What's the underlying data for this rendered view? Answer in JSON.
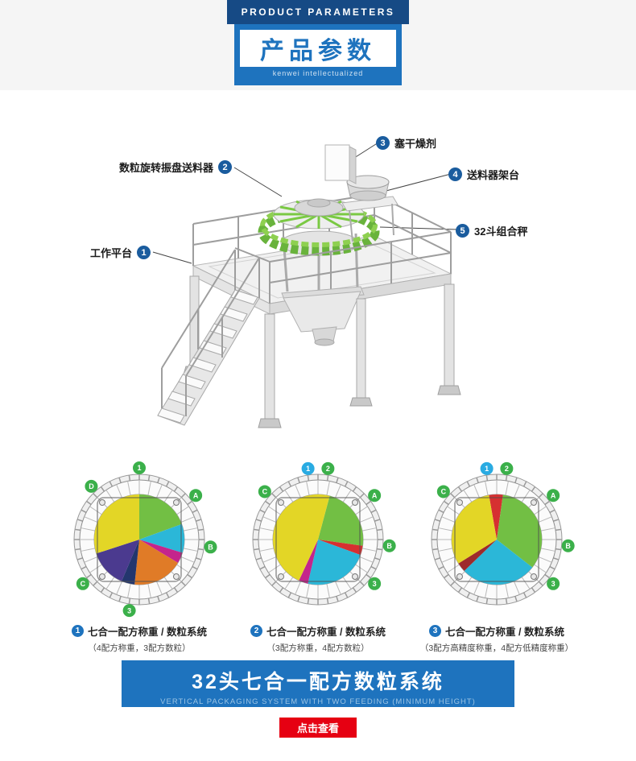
{
  "colors": {
    "blue": "#1e73be",
    "navy": "#164a85",
    "red": "#e60012",
    "green_badge": "#3bb04a"
  },
  "header": {
    "eyebrow": "PRODUCT PARAMETERS",
    "title": "产品参数",
    "tagline": "kenwei intellectualized"
  },
  "machine": {
    "callouts": [
      {
        "num": "1",
        "label": "工作平台"
      },
      {
        "num": "2",
        "label": "数粒旋转振盘送料器"
      },
      {
        "num": "3",
        "label": "塞干燥剂"
      },
      {
        "num": "4",
        "label": "送料器架台"
      },
      {
        "num": "5",
        "label": "32斗组合秤"
      }
    ]
  },
  "wheels": [
    {
      "caption_num": "1",
      "caption": "七合一配方称重 / 数粒系统",
      "subcaption": "（4配方称重，3配方数粒）",
      "sectors": [
        {
          "from": 0,
          "to": 70,
          "color": "#72bf44"
        },
        {
          "from": 70,
          "to": 107,
          "color": "#2bb7d8"
        },
        {
          "from": 107,
          "to": 121,
          "color": "#c4258c"
        },
        {
          "from": 121,
          "to": 186,
          "color": "#e07b27"
        },
        {
          "from": 186,
          "to": 203,
          "color": "#23366e"
        },
        {
          "from": 203,
          "to": 252,
          "color": "#4b3a8f"
        },
        {
          "from": 252,
          "to": 360,
          "color": "#e3d626"
        }
      ],
      "badges": [
        {
          "angle": 0,
          "label": "1",
          "color": "#3bb04a"
        },
        {
          "angle": 52,
          "label": "A",
          "color": "#3bb04a"
        },
        {
          "angle": 96,
          "label": "B",
          "color": "#3bb04a"
        },
        {
          "angle": 188,
          "label": "3",
          "color": "#3bb04a"
        },
        {
          "angle": 232,
          "label": "C",
          "color": "#3bb04a"
        },
        {
          "angle": 318,
          "label": "D",
          "color": "#3bb04a"
        }
      ]
    },
    {
      "caption_num": "2",
      "caption": "七合一配方称重 / 数粒系统",
      "subcaption": "（3配方称重，4配方数粒）",
      "sectors": [
        {
          "from": 15,
          "to": 98,
          "color": "#72bf44"
        },
        {
          "from": 98,
          "to": 110,
          "color": "#d63031"
        },
        {
          "from": 110,
          "to": 193,
          "color": "#2bb7d8"
        },
        {
          "from": 193,
          "to": 205,
          "color": "#c4258c"
        },
        {
          "from": 205,
          "to": 375,
          "color": "#e3d626"
        }
      ],
      "badges": [
        {
          "angle": -8,
          "label": "1",
          "color": "#29abe2"
        },
        {
          "angle": 8,
          "label": "2",
          "color": "#3bb04a"
        },
        {
          "angle": 52,
          "label": "A",
          "color": "#3bb04a"
        },
        {
          "angle": 95,
          "label": "B",
          "color": "#3bb04a"
        },
        {
          "angle": 128,
          "label": "3",
          "color": "#3bb04a"
        },
        {
          "angle": 312,
          "label": "C",
          "color": "#3bb04a"
        }
      ]
    },
    {
      "caption_num": "3",
      "caption": "七合一配方称重 / 数粒系统",
      "subcaption": "（3配方高精度称重，4配方低精度称重）",
      "sectors": [
        {
          "from": 350,
          "to": 368,
          "color": "#d63031"
        },
        {
          "from": 8,
          "to": 128,
          "color": "#72bf44"
        },
        {
          "from": 128,
          "to": 226,
          "color": "#2bb7d8"
        },
        {
          "from": 226,
          "to": 238,
          "color": "#9e2a2b"
        },
        {
          "from": 238,
          "to": 350,
          "color": "#e3d626"
        }
      ],
      "badges": [
        {
          "angle": -8,
          "label": "1",
          "color": "#29abe2"
        },
        {
          "angle": 8,
          "label": "2",
          "color": "#3bb04a"
        },
        {
          "angle": 52,
          "label": "A",
          "color": "#3bb04a"
        },
        {
          "angle": 95,
          "label": "B",
          "color": "#3bb04a"
        },
        {
          "angle": 128,
          "label": "3",
          "color": "#3bb04a"
        },
        {
          "angle": 312,
          "label": "C",
          "color": "#3bb04a"
        }
      ]
    }
  ],
  "footer": {
    "title": "32头七合一配方数粒系统",
    "subtitle": "VERTICAL PACKAGING SYSTEM WITH TWO FEEDING (MINIMUM HEIGHT)",
    "button": "点击查看"
  }
}
